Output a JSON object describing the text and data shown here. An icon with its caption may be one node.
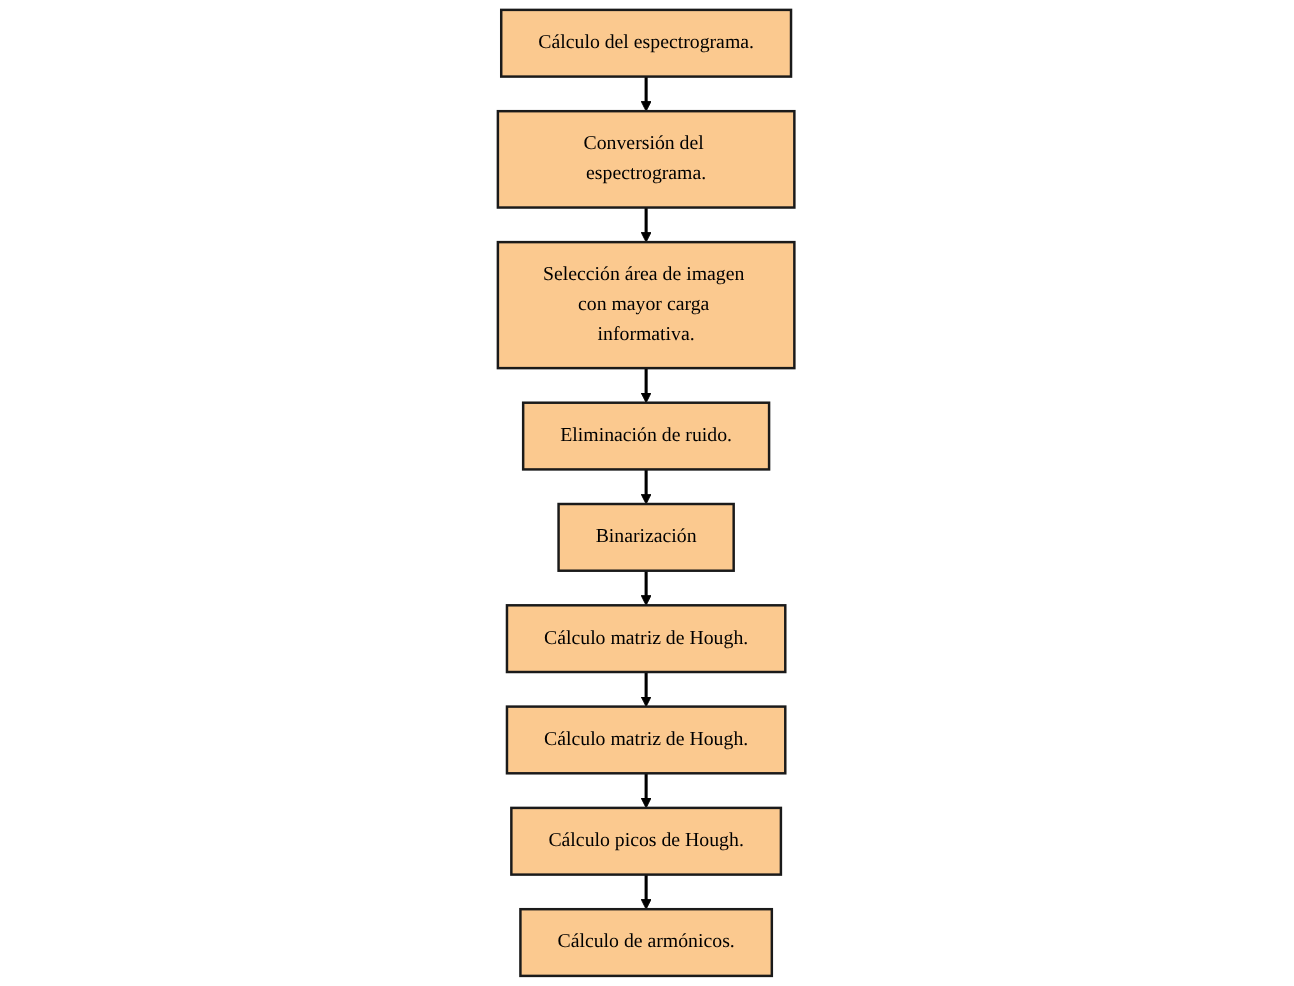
{
  "diagram": {
    "nodes": [
      {
        "text": [
          "Cálculo del espectrograma."
        ]
      },
      {
        "text": [
          "Conversión del espectrograma."
        ]
      },
      {
        "text": [
          "Selección área de imagen con mayor carga informativa."
        ]
      },
      {
        "text": [
          "Eliminación de ruido."
        ]
      },
      {
        "text": [
          "Binarización"
        ]
      },
      {
        "text": [
          "Cálculo matriz de Hough."
        ]
      },
      {
        "text": [
          "Cálculo matriz de Hough."
        ]
      },
      {
        "text": [
          "Cálculo picos de Hough."
        ]
      },
      {
        "text": [
          "Cálculo de armónicos."
        ]
      }
    ],
    "edges": [
      {
        "from": 0,
        "to": 1,
        "arrow": "to"
      },
      {
        "from": 1,
        "to": 2,
        "arrow": "to"
      },
      {
        "from": 2,
        "to": 3,
        "arrow": "to"
      },
      {
        "from": 3,
        "to": 4,
        "arrow": "to"
      },
      {
        "from": 4,
        "to": 5,
        "arrow": "to"
      },
      {
        "from": 5,
        "to": 6,
        "arrow": "to"
      },
      {
        "from": 6,
        "to": 7,
        "arrow": "to"
      },
      {
        "from": 7,
        "to": 8,
        "arrow": "to"
      }
    ]
  }
}
